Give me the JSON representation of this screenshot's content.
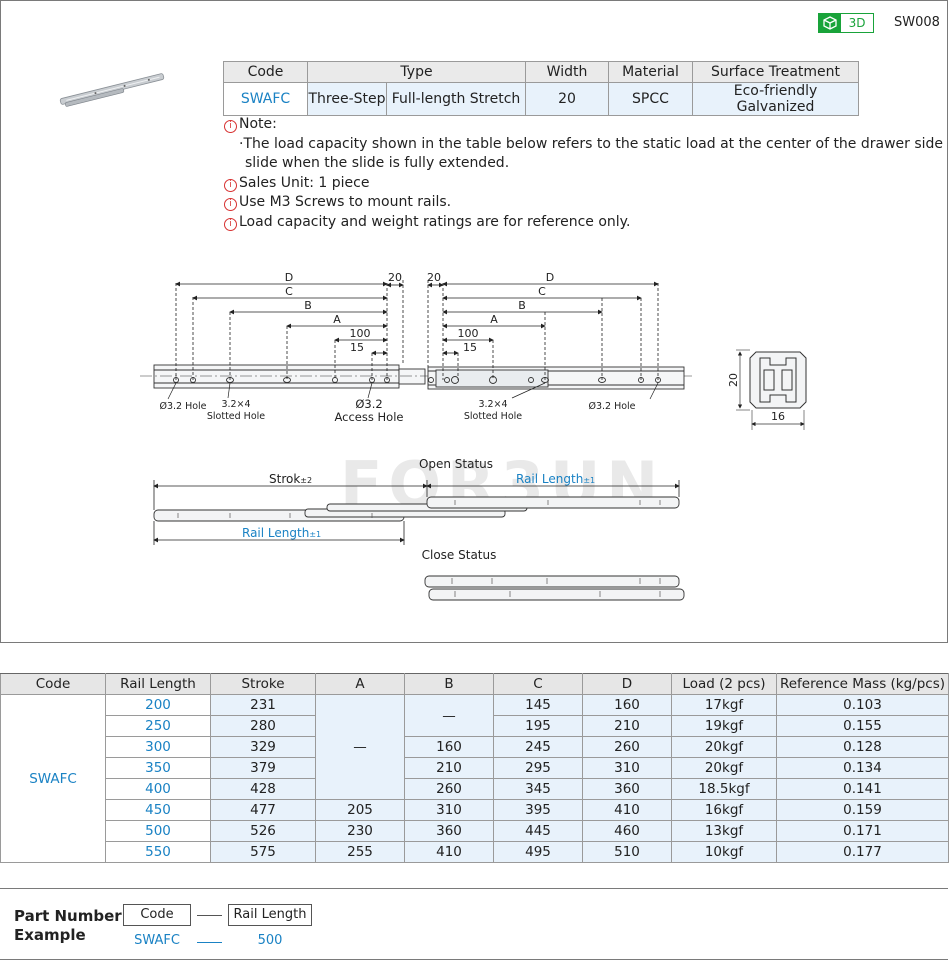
{
  "header": {
    "badge_label": "3D",
    "sku": "SW008",
    "accent_color": "#19a33a"
  },
  "spec_table": {
    "headers": [
      "Code",
      "Type",
      "Width",
      "Material",
      "Surface Treatment"
    ],
    "row": {
      "code": "SWAFC",
      "type_step": "Three-Step",
      "type_stretch": "Full-length Stretch",
      "width": "20",
      "material": "SPCC",
      "surface": "Eco-friendly Galvanized"
    }
  },
  "notes": {
    "note_label": "Note:",
    "note_line1": "·The load capacity shown in the table below refers to the static load at the center of the drawer side",
    "note_line2": "slide when the slide is fully extended.",
    "sales_unit": "Sales Unit: 1 piece",
    "screws": "Use M3  Screws to mount rails.",
    "reference": "Load capacity and weight ratings are for reference only."
  },
  "drawing": {
    "dim_D": "D",
    "dim_C": "C",
    "dim_B": "B",
    "dim_A": "A",
    "dim_100": "100",
    "dim_15": "15",
    "dim_20": "20",
    "hole_32": "Ø3.2 Hole",
    "slot_line1": "3.2×4",
    "slot_line2": "Slotted Hole",
    "access_line1": "Ø3.2",
    "access_line2": "Access Hole",
    "section_h": "20",
    "section_w": "16",
    "open_status": "Open Status",
    "close_status": "Close Status",
    "stroke": "Strok",
    "stroke_tol": "±2",
    "rail_length": "Rail Length",
    "rail_tol": "±1",
    "watermark": "FOR3UN"
  },
  "data_table": {
    "headers": [
      "Code",
      "Rail Length",
      "Stroke",
      "A",
      "B",
      "C",
      "D",
      "Load (2 pcs)",
      "Reference Mass (kg/pcs)"
    ],
    "code": "SWAFC",
    "dash": "—",
    "rows": [
      {
        "rail": "200",
        "stroke": "231",
        "a": "",
        "b": "",
        "c": "145",
        "d": "160",
        "load": "17kgf",
        "mass": "0.103"
      },
      {
        "rail": "250",
        "stroke": "280",
        "a": "",
        "b": "",
        "c": "195",
        "d": "210",
        "load": "19kgf",
        "mass": "0.155"
      },
      {
        "rail": "300",
        "stroke": "329",
        "a": "",
        "b": "160",
        "c": "245",
        "d": "260",
        "load": "20kgf",
        "mass": "0.128"
      },
      {
        "rail": "350",
        "stroke": "379",
        "a": "",
        "b": "210",
        "c": "295",
        "d": "310",
        "load": "20kgf",
        "mass": "0.134"
      },
      {
        "rail": "400",
        "stroke": "428",
        "a": "",
        "b": "260",
        "c": "345",
        "d": "360",
        "load": "18.5kgf",
        "mass": "0.141"
      },
      {
        "rail": "450",
        "stroke": "477",
        "a": "205",
        "b": "310",
        "c": "395",
        "d": "410",
        "load": "16kgf",
        "mass": "0.159"
      },
      {
        "rail": "500",
        "stroke": "526",
        "a": "230",
        "b": "360",
        "c": "445",
        "d": "460",
        "load": "13kgf",
        "mass": "0.171"
      },
      {
        "rail": "550",
        "stroke": "575",
        "a": "255",
        "b": "410",
        "c": "495",
        "d": "510",
        "load": "10kgf",
        "mass": "0.177"
      }
    ]
  },
  "part_number": {
    "title_line1": "Part Number",
    "title_line2": "Example",
    "box_code": "Code",
    "box_rail": "Rail Length",
    "example_code": "SWAFC",
    "example_rail": "500"
  }
}
